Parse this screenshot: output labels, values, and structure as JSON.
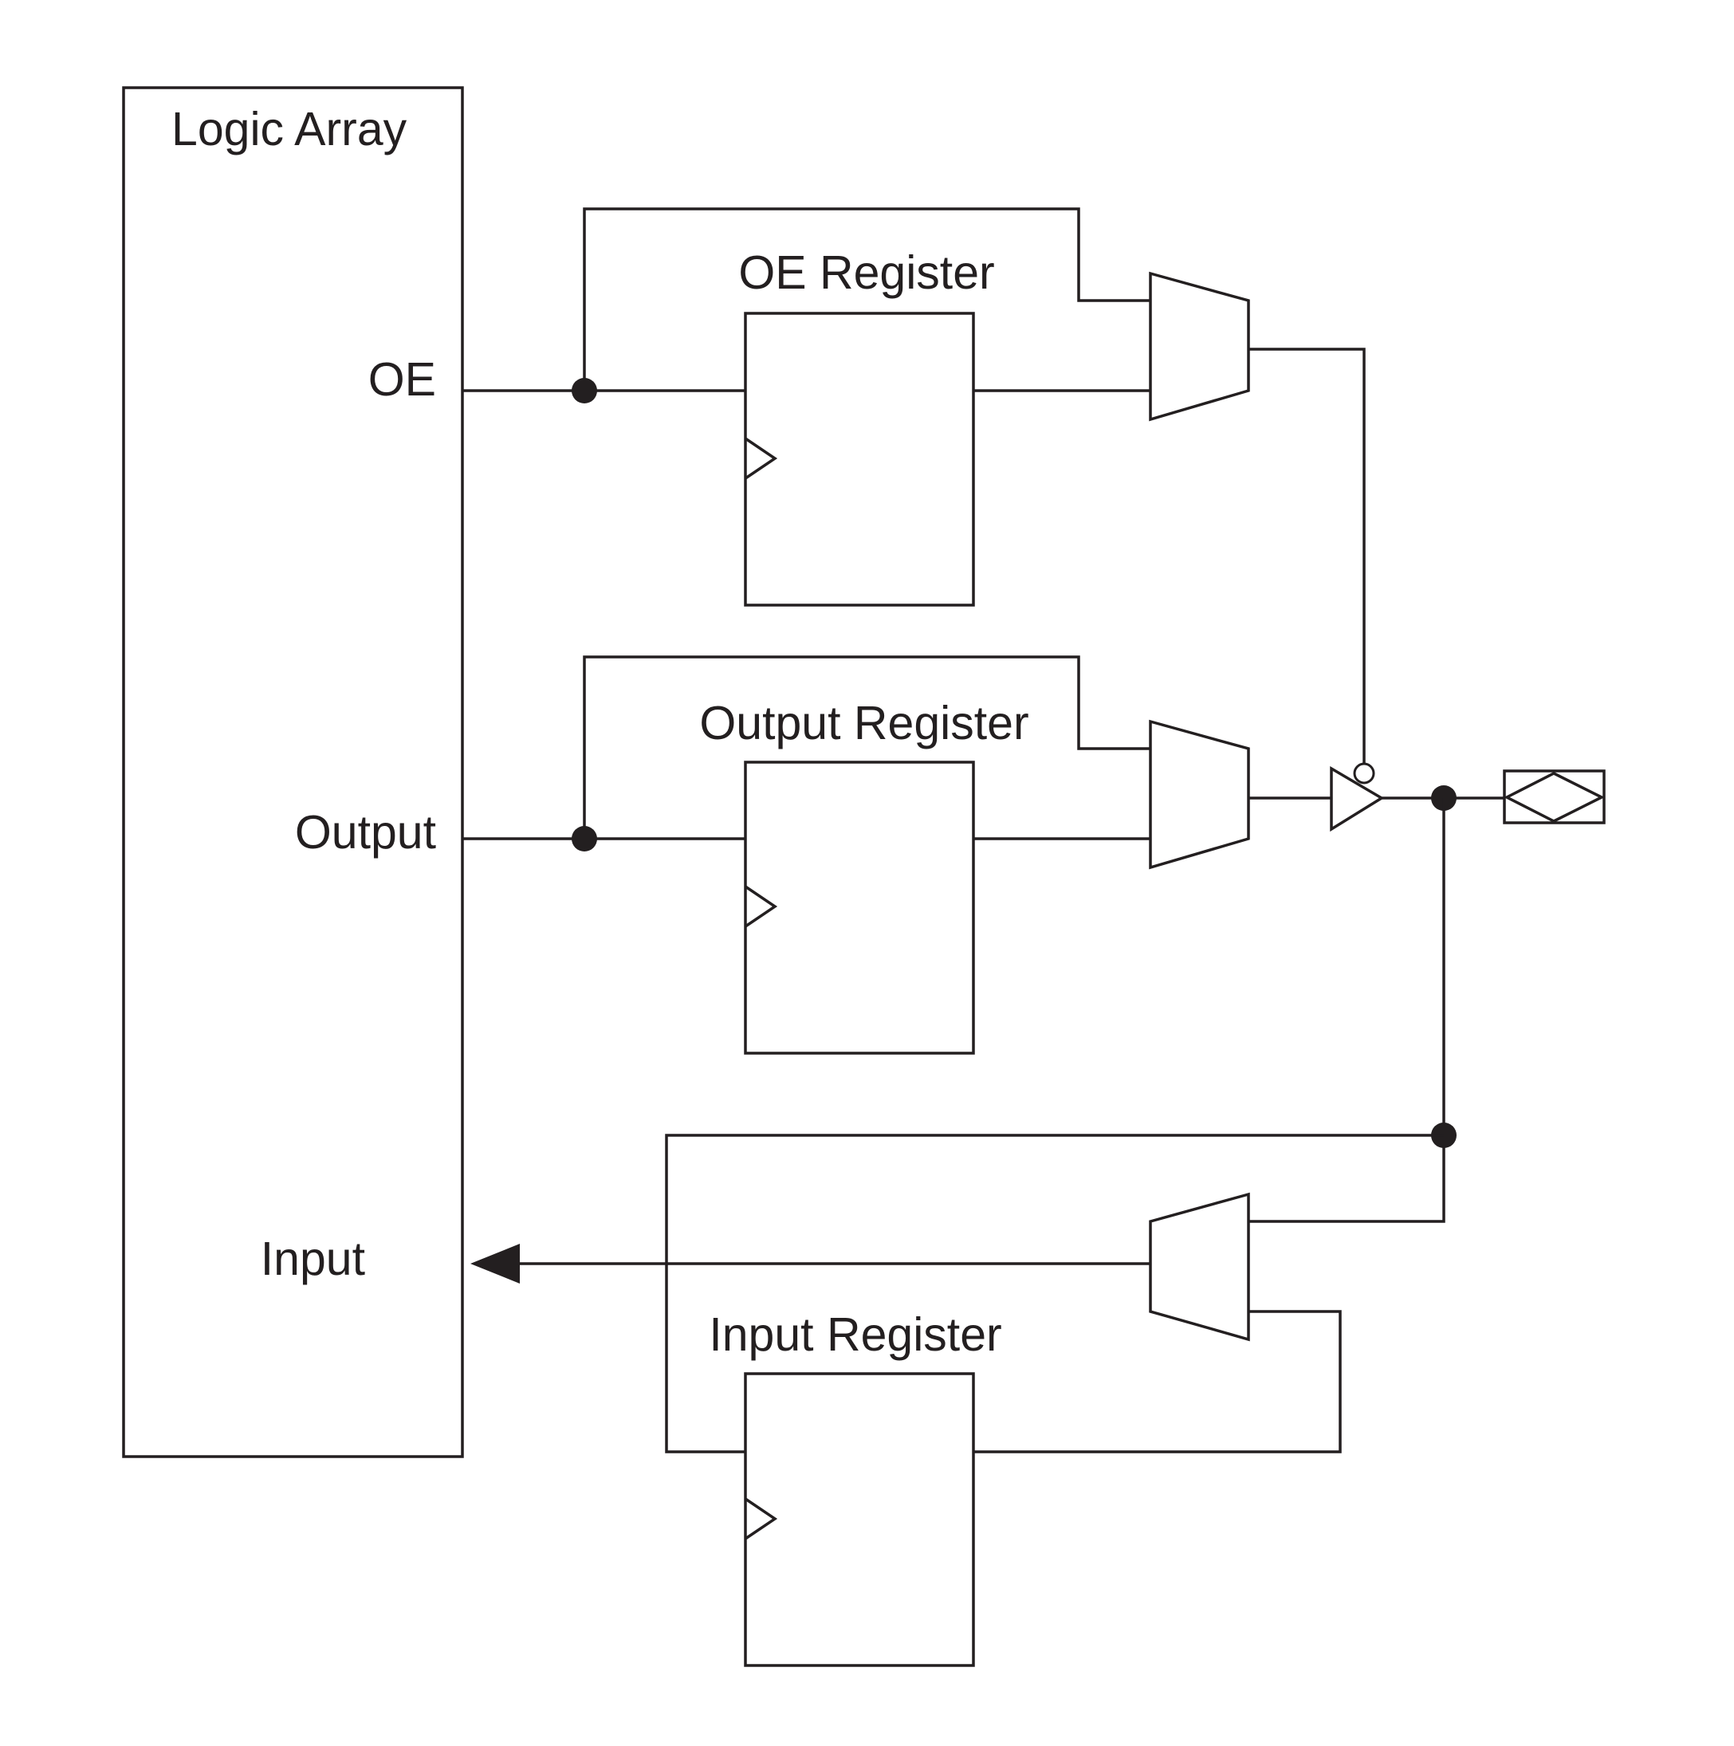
{
  "diagram": {
    "logic_array": {
      "title": "Logic Array",
      "ports": {
        "oe": "OE",
        "output": "Output",
        "input": "Input"
      }
    },
    "registers": {
      "oe": "OE Register",
      "output": "Output Register",
      "input": "Input Register"
    },
    "colors": {
      "stroke": "#231f20",
      "background": "#ffffff"
    }
  }
}
